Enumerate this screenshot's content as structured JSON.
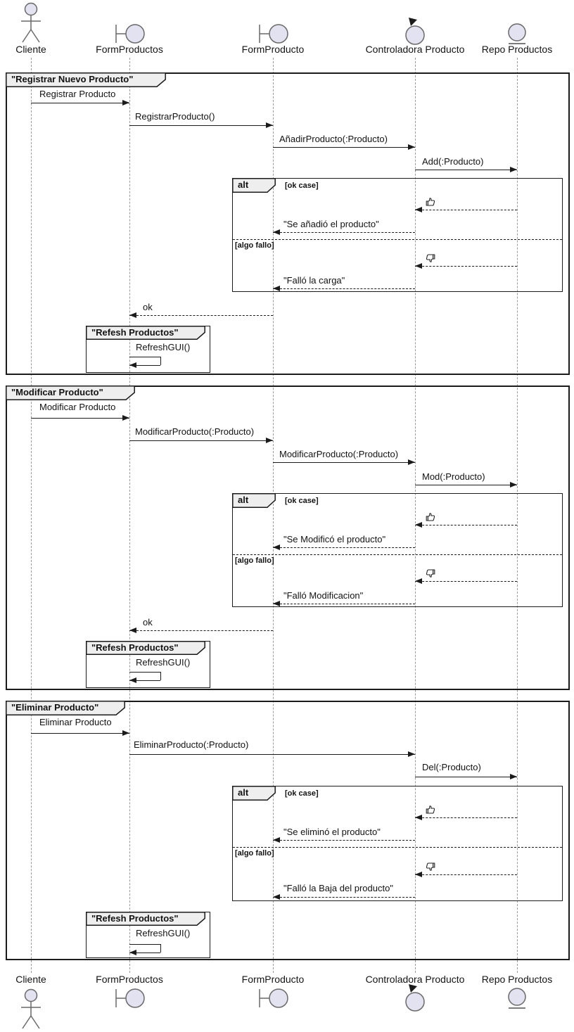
{
  "colors": {
    "participant_fill": "#E2E2F0",
    "participant_stroke": "#696969",
    "frame_border": "#1b1b1b",
    "tab_background": "#EEEEEE",
    "lifeline": "#9a9a9a",
    "arrow": "#1b1b1b"
  },
  "participants": [
    {
      "name": "Cliente",
      "type": "actor"
    },
    {
      "name": "FormProductos",
      "type": "boundary"
    },
    {
      "name": "FormProducto",
      "type": "boundary"
    },
    {
      "name": "Controladora Producto",
      "type": "control"
    },
    {
      "name": "Repo Productos",
      "type": "entity"
    }
  ],
  "alt_operator": "alt",
  "frames": [
    {
      "title": "\"Registrar Nuevo Producto\"",
      "messages": [
        {
          "label": "Registrar Producto",
          "from": "Cliente",
          "to": "FormProductos",
          "style": "solid"
        },
        {
          "label": "RegistrarProducto()",
          "from": "FormProductos",
          "to": "FormProducto",
          "style": "solid"
        },
        {
          "label": "AñadirProducto(:Producto)",
          "from": "FormProducto",
          "to": "Controladora Producto",
          "style": "solid"
        },
        {
          "label": "Add(:Producto)",
          "from": "Controladora Producto",
          "to": "Repo Productos",
          "style": "solid"
        }
      ],
      "alt": {
        "guard_ok": "[ok case]",
        "ok_icon": "thumbs-up-icon",
        "ok_reply": "\"Se añadió el producto\"",
        "guard_fail": "[algo fallo]",
        "fail_icon": "thumbs-down-icon",
        "fail_reply": "\"Falló la carga\""
      },
      "return_label": "ok",
      "group": {
        "title": "\"Refesh Productos\"",
        "self_message": "RefreshGUI()"
      }
    },
    {
      "title": "\"Modificar Producto\"",
      "messages": [
        {
          "label": "Modificar Producto",
          "from": "Cliente",
          "to": "FormProductos",
          "style": "solid"
        },
        {
          "label": "ModificarProducto(:Producto)",
          "from": "FormProductos",
          "to": "FormProducto",
          "style": "solid"
        },
        {
          "label": "ModificarProducto(:Producto)",
          "from": "FormProducto",
          "to": "Controladora Producto",
          "style": "solid"
        },
        {
          "label": "Mod(:Producto)",
          "from": "Controladora Producto",
          "to": "Repo Productos",
          "style": "solid"
        }
      ],
      "alt": {
        "guard_ok": "[ok case]",
        "ok_icon": "thumbs-up-icon",
        "ok_reply": "\"Se Modificó el producto\"",
        "guard_fail": "[algo fallo]",
        "fail_icon": "thumbs-down-icon",
        "fail_reply": "\"Falló Modificacion\""
      },
      "return_label": "ok",
      "group": {
        "title": "\"Refesh Productos\"",
        "self_message": "RefreshGUI()"
      }
    },
    {
      "title": "\"Eliminar Producto\"",
      "messages": [
        {
          "label": "Eliminar Producto",
          "from": "Cliente",
          "to": "FormProductos",
          "style": "solid"
        },
        {
          "label": "EliminarProducto(:Producto)",
          "from": "FormProductos",
          "to": "Controladora Producto",
          "style": "solid"
        },
        {
          "label": "Del(:Producto)",
          "from": "Controladora Producto",
          "to": "Repo Productos",
          "style": "solid"
        }
      ],
      "alt": {
        "guard_ok": "[ok case]",
        "ok_icon": "thumbs-up-icon",
        "ok_reply": "\"Se eliminó el producto\"",
        "guard_fail": "[algo fallo]",
        "fail_icon": "thumbs-down-icon",
        "fail_reply": "\"Falló la Baja del producto\""
      },
      "group": {
        "title": "\"Refesh Productos\"",
        "self_message": "RefreshGUI()"
      }
    }
  ]
}
